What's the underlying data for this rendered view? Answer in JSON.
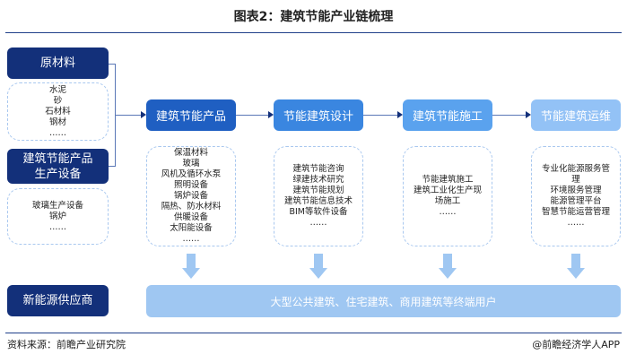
{
  "title": "图表2：建筑节能产业链梳理",
  "upstream": [
    {
      "label": "原材料",
      "items": "水泥\n砂\n石材料\n钢材\n……"
    },
    {
      "label": "建筑节能产品\n生产设备",
      "items": "玻璃生产设备\n锅炉\n……"
    }
  ],
  "stages": [
    {
      "label": "建筑节能产品",
      "color": "#1f5fc2",
      "items": "保温材料\n玻璃\n风机及循环水泵\n照明设备\n锅炉设备\n隔热、防水材料\n供暖设备\n太阳能设备\n……"
    },
    {
      "label": "节能建筑设计",
      "color": "#3a86e0",
      "items": "建筑节能咨询\n绿建技术研究\n建筑节能规划\n建筑节能信息技术\nBIM等软件设备\n……"
    },
    {
      "label": "建筑节能施工",
      "color": "#5aa2ee",
      "items": "节能建筑施工\n建筑工业化生产现\n场施工\n……"
    },
    {
      "label": "节能建筑运维",
      "color": "#93c2f6",
      "items": "专业化能源服务管\n理\n环境服务管理\n能源管理平台\n智慧节能运营管理\n……"
    }
  ],
  "supplier": "新能源供应商",
  "end_users": "大型公共建筑、住宅建筑、商用建筑等终端用户",
  "source": "资料来源：前瞻产业研究院",
  "brand": "@前瞻经济学人APP"
}
